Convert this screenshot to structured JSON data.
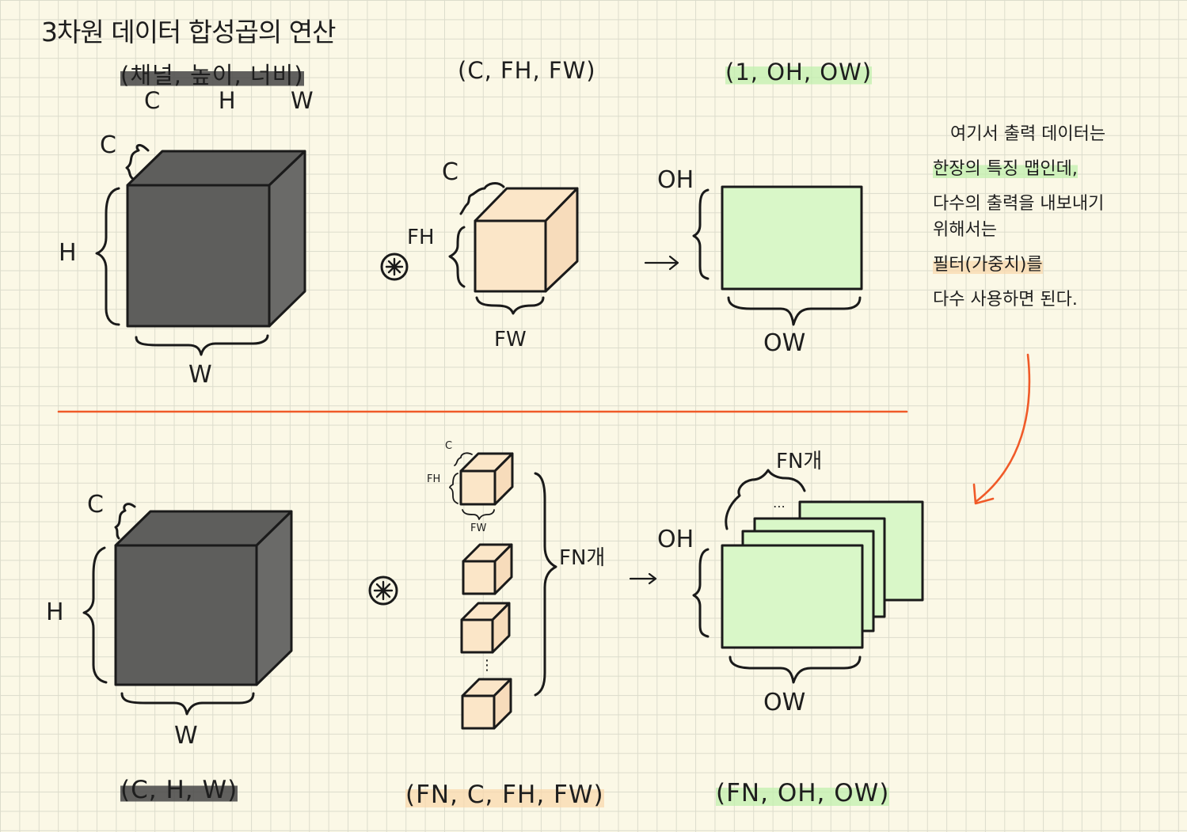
{
  "title": "3차원 데이터 합성곱의 연산",
  "top": {
    "input_shape": "(채널, 높이, 너비)",
    "input_axes": [
      "C",
      "H",
      "W"
    ],
    "filter_shape": "(C, FH, FW)",
    "output_shape": "(1, OH, OW)",
    "labels": {
      "input_c": "C",
      "input_h": "H",
      "input_w": "W",
      "filter_c": "C",
      "filter_fh": "FH",
      "filter_fw": "FW",
      "output_oh": "OH",
      "output_ow": "OW"
    }
  },
  "bottom": {
    "input_shape": "(C, H, W)",
    "filter_shape": "(FN, C, FH, FW)",
    "output_shape": "(FN, OH, OW)",
    "labels": {
      "input_c": "C",
      "input_h": "H",
      "input_w": "W",
      "filter_c": "C",
      "filter_fh": "FH",
      "filter_fw": "FW",
      "filter_count": "FN개",
      "output_count": "FN개",
      "output_oh": "OH",
      "output_ow": "OW",
      "dots": "⋮",
      "dots_h": "⋯"
    }
  },
  "note": [
    "여기서 출력 데이터는",
    "한장의 특징 맵인데,",
    "다수의 출력을 내보내기",
    "위해서는",
    "필터(가중치)를",
    "다수 사용하면 된다."
  ],
  "symbols": {
    "convolution": "⊛",
    "arrow": "→"
  },
  "colors": {
    "cube_dark": "#5e5e5c",
    "cube_peach": "#fbe6c8",
    "map_green": "#d9f7c8",
    "divider": "#f05a28",
    "hand_arrow": "#f05a28"
  }
}
